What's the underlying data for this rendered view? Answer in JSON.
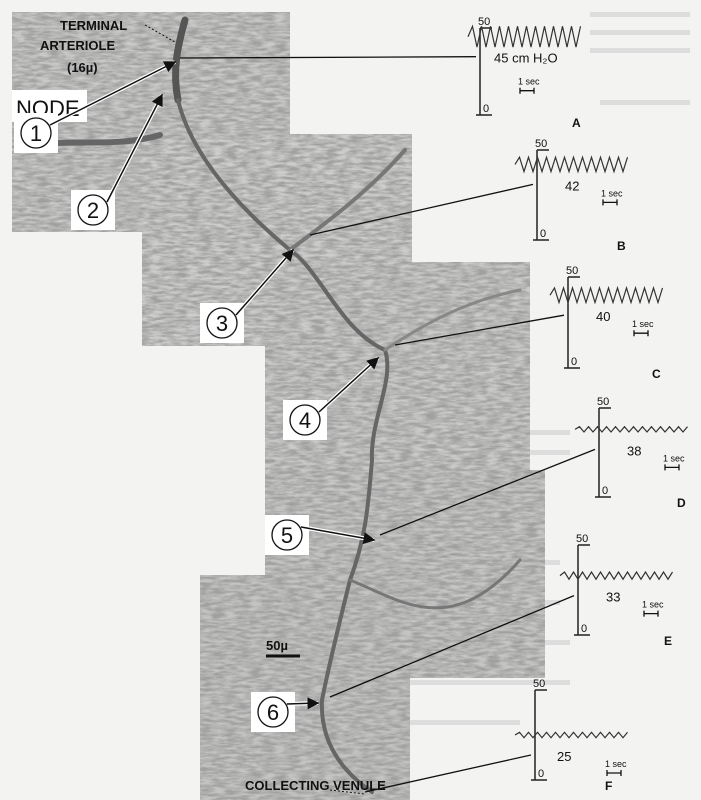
{
  "figure": {
    "vessel_labels": {
      "terminal_arteriole_line1": "TERMINAL",
      "terminal_arteriole_line2": "ARTERIOLE",
      "terminal_arteriole_size": "(16µ)",
      "node": "NODE",
      "scale_bar": "50µ",
      "collecting_venule": "COLLECTING VENULE"
    },
    "callouts": [
      "1",
      "2",
      "3",
      "4",
      "5",
      "6"
    ],
    "axis": {
      "top": "50",
      "bottom": "0",
      "time_scale": "1 sec"
    },
    "traces": [
      {
        "panel": "A",
        "pressure_label": "45 cm H₂O",
        "pressure": 45,
        "amplitude": 6
      },
      {
        "panel": "B",
        "pressure_label": "42",
        "pressure": 42,
        "amplitude": 4
      },
      {
        "panel": "C",
        "pressure_label": "40",
        "pressure": 40,
        "amplitude": 4
      },
      {
        "panel": "D",
        "pressure_label": "38",
        "pressure": 38,
        "amplitude": 1.5
      },
      {
        "panel": "E",
        "pressure_label": "33",
        "pressure": 33,
        "amplitude": 2
      },
      {
        "panel": "F",
        "pressure_label": "25",
        "pressure": 25,
        "amplitude": 1.5
      }
    ]
  }
}
